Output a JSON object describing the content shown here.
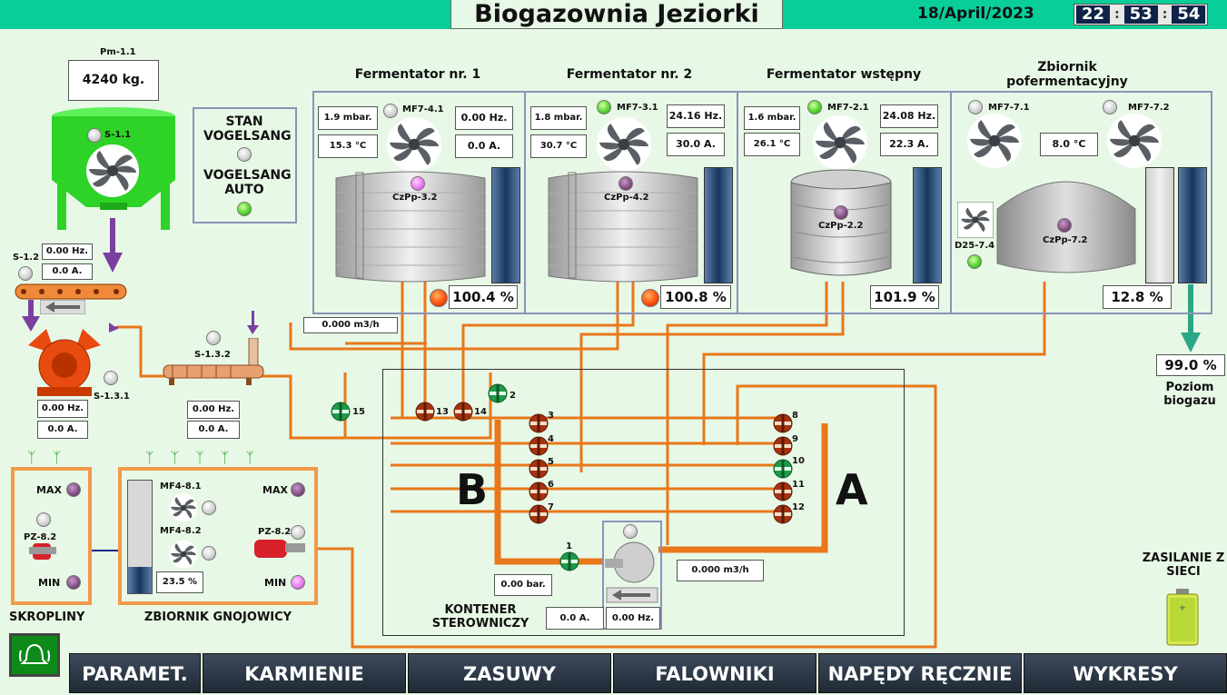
{
  "header": {
    "title": "Biogazownia Jeziorki",
    "date": "18/April/2023",
    "clock": {
      "h": "22",
      "m": "53",
      "s": "54"
    }
  },
  "feeder": {
    "pm_label": "Pm-1.1",
    "weight": "4240 kg.",
    "silo_label": "S-1.1",
    "s12": {
      "label": "S-1.2",
      "hz": "0.00 Hz.",
      "a": "0.0 A."
    },
    "s131": {
      "label": "S-1.3.1",
      "hz": "0.00 Hz.",
      "a": "0.0 A."
    },
    "s132": {
      "label": "S-1.3.2",
      "hz": "0.00 Hz.",
      "a": "0.0 A."
    }
  },
  "vogelsang": {
    "stan": "STAN VOGELSANG",
    "auto": "VOGELSANG AUTO"
  },
  "fermenters": [
    {
      "title": "Fermentator nr. 1",
      "mbar": "1.9 mbar.",
      "temp": "15.3 °C",
      "fan_label": "MF7-4.1",
      "hz": "0.00 Hz.",
      "a": "0.0 A.",
      "pump": "CzPp-3.2",
      "level": "100.4 %"
    },
    {
      "title": "Fermentator nr. 2",
      "mbar": "1.8 mbar.",
      "temp": "30.7 °C",
      "fan_label": "MF7-3.1",
      "hz": "24.16 Hz.",
      "a": "30.0 A.",
      "pump": "CzPp-4.2",
      "level": "100.8 %"
    },
    {
      "title": "Fermentator wstępny",
      "mbar": "1.6 mbar.",
      "temp": "26.1 °C",
      "fan_label": "MF7-2.1",
      "hz": "24.08 Hz.",
      "a": "22.3 A.",
      "pump": "CzPp-2.2",
      "level": "101.9 %"
    },
    {
      "title": "Zbiornik pofermentacyjny",
      "fan1": "MF7-7.1",
      "fan2": "MF7-7.2",
      "temp": "8.0 °C",
      "pump": "CzPp-7.2",
      "d25": "D25-7.4",
      "level": "12.8 %"
    }
  ],
  "flow_top": "0.000 m3/h",
  "biogas": {
    "level": "99.0 %",
    "label": "Poziom biogazu"
  },
  "valves": [
    "1",
    "2",
    "3",
    "4",
    "5",
    "6",
    "7",
    "8",
    "9",
    "10",
    "11",
    "12",
    "13",
    "14",
    "15"
  ],
  "container": {
    "label": "KONTENER STEROWNICZY",
    "pressure": "0.00 bar.",
    "flow": "0.000 m3/h",
    "a": "0.0 A.",
    "hz": "0.00 Hz.",
    "side_b": "B",
    "side_a": "A"
  },
  "skropliny": {
    "title": "SKROPLINY",
    "max": "MAX",
    "min": "MIN",
    "pump": "PZ-8.2"
  },
  "gnojowica": {
    "title": "ZBIORNIK GNOJOWICY",
    "max": "MAX",
    "min": "MIN",
    "fan1": "MF4-8.1",
    "fan2": "MF4-8.2",
    "pump": "PZ-8.2",
    "level": "23.5 %"
  },
  "power": {
    "label": "ZASILANIE Z SIECI"
  },
  "nav": [
    "PARAMET.",
    "KARMIENIE",
    "ZASUWY",
    "FALOWNIKI",
    "NAPĘDY RĘCZNIE",
    "WYKRESY"
  ],
  "colors": {
    "header": "#08cf9a",
    "pipe": "#e8781a",
    "background": "#e8f8e6"
  }
}
